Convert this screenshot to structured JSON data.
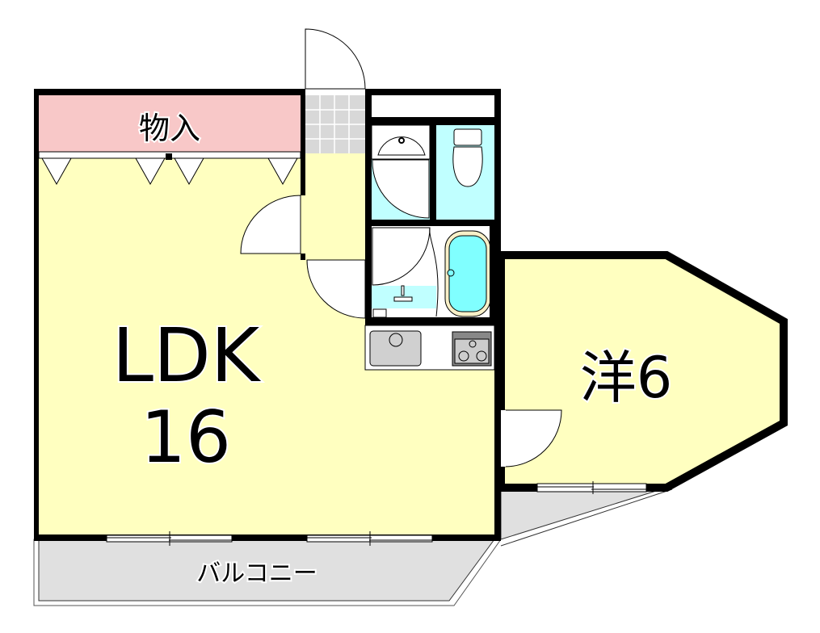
{
  "rooms": {
    "storage": {
      "label": "物入",
      "color": "#f8c8c8"
    },
    "ldk": {
      "label": "LDK",
      "size": "16",
      "color": "#ffffc0"
    },
    "western_room": {
      "label": "洋6",
      "color": "#ffffc0"
    },
    "balcony": {
      "label": "バルコニー",
      "color": "#e0e0e0"
    }
  },
  "colors": {
    "wall": "#000000",
    "wet_area": "#c0ffff",
    "bathtub_water": "#80ffff",
    "entrance_tile": "#d8d8d8"
  }
}
